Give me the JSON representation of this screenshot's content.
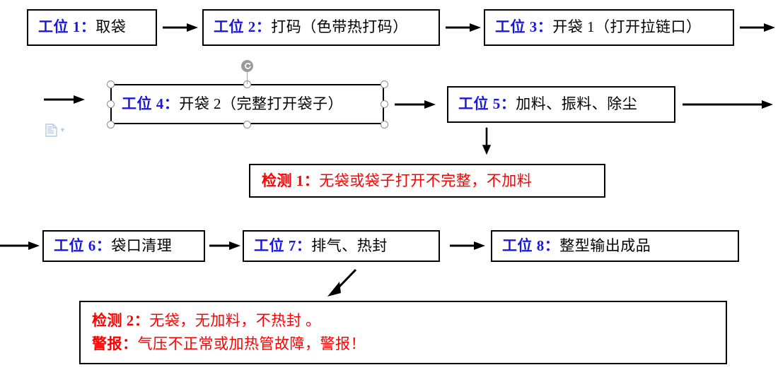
{
  "document": {
    "type": "flowchart",
    "title": "包装机工位流程图"
  },
  "colors": {
    "station_label": "#1818e0",
    "body_text": "#000000",
    "detection_text": "#ff0000",
    "box_border": "#000000",
    "selection_handle_border": "#8a8a8a",
    "rotation_handle": "#9a9a9a",
    "paste_icon": "#b6c9e4"
  },
  "stations": [
    {
      "tag": "工位 1",
      "sep": "：",
      "body": "取袋"
    },
    {
      "tag": "工位 2",
      "sep": "：",
      "body": "打码（色带热打码）"
    },
    {
      "tag": "工位 3",
      "sep": "：",
      "body": "开袋 1（打开拉链口）"
    },
    {
      "tag": "工位 4",
      "sep": "：",
      "body": "开袋 2（完整打开袋子）"
    },
    {
      "tag": "工位 5",
      "sep": "：",
      "body": "加料、振料、除尘"
    },
    {
      "tag": "工位 6",
      "sep": "：",
      "body": "袋口清理"
    },
    {
      "tag": "工位 7",
      "sep": "：",
      "body": "排气、热封"
    },
    {
      "tag": "工位 8",
      "sep": "：",
      "body": "整型输出成品"
    }
  ],
  "detections": [
    {
      "name": "detection-1",
      "lines": [
        {
          "tag": "检测 1",
          "sep": "：",
          "body": "无袋或袋子打开不完整，不加料"
        }
      ]
    },
    {
      "name": "detection-2",
      "lines": [
        {
          "tag": "检测 2",
          "sep": "：",
          "body": "无袋，无加料，不热封 。"
        },
        {
          "tag": "警报",
          "sep": "：",
          "body": "气压不正常或加热管故障，警报！"
        }
      ]
    }
  ],
  "connectors": [
    {
      "name": "arrow-station1-to-station2",
      "direction": "right"
    },
    {
      "name": "arrow-station2-to-station3",
      "direction": "right"
    },
    {
      "name": "arrow-station3-to-rowend",
      "direction": "right"
    },
    {
      "name": "arrow-rowstart-to-station4",
      "direction": "right"
    },
    {
      "name": "arrow-station4-to-station5",
      "direction": "right"
    },
    {
      "name": "arrow-station5-to-rowend",
      "direction": "right"
    },
    {
      "name": "arrow-station5-to-detection1",
      "direction": "down"
    },
    {
      "name": "arrow-rowstart-to-station6",
      "direction": "right"
    },
    {
      "name": "arrow-station6-to-station7",
      "direction": "right"
    },
    {
      "name": "arrow-station7-to-station8",
      "direction": "right"
    },
    {
      "name": "arrow-station7-to-detection2",
      "direction": "down-left"
    }
  ],
  "selection": {
    "target": "工位 4",
    "handle_count": 8,
    "rotation_handle": "rotate-icon"
  },
  "smart_tag": {
    "name": "paste-options",
    "icon": "paste-document-icon",
    "caret": "▼"
  }
}
